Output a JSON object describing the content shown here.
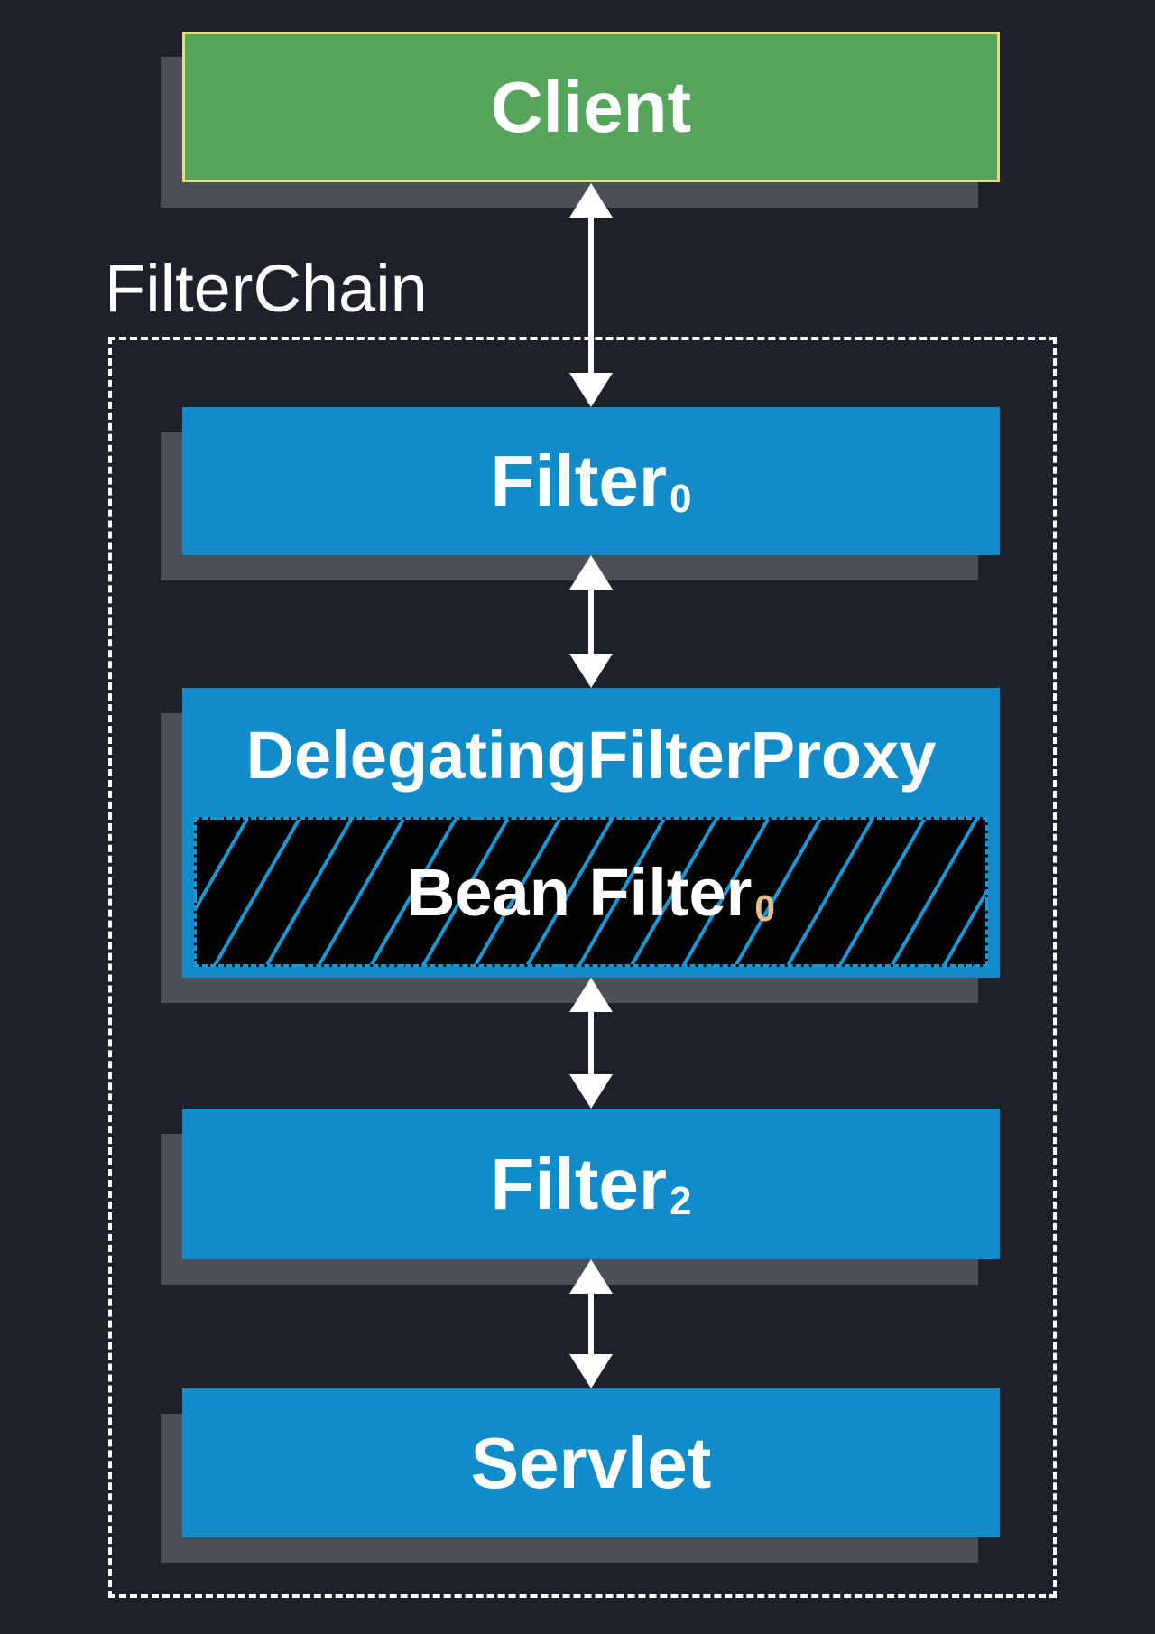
{
  "colors": {
    "background": "#1d222a",
    "node_blue": "#0f8cc9",
    "client_green": "#55a55c",
    "client_border_yellow": "#e8dc82",
    "shadow_gray": "#4b5056",
    "hatch_blue": "#1799d6",
    "boundary_white": "#ffffff",
    "text_white": "#ffffff",
    "bean_subscript_tint": "#eabf85"
  },
  "diagram": {
    "filter_chain_label": "FilterChain",
    "client": {
      "label": "Client"
    },
    "filter0": {
      "label": "Filter",
      "subscript": "0"
    },
    "delegating_filter_proxy": {
      "label": "DelegatingFilterProxy"
    },
    "bean_filter": {
      "label": "Bean Filter",
      "subscript": "0"
    },
    "filter2": {
      "label": "Filter",
      "subscript": "2"
    },
    "servlet": {
      "label": "Servlet"
    }
  }
}
